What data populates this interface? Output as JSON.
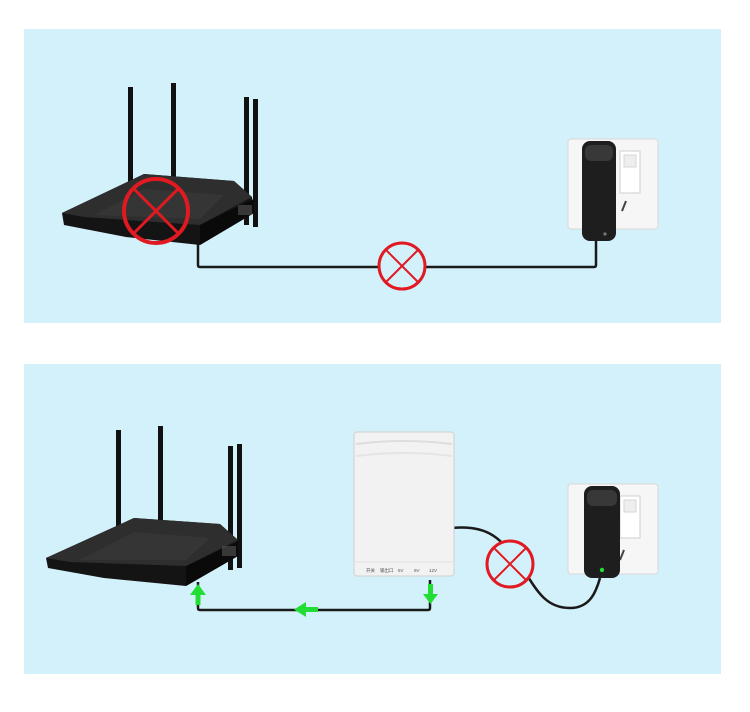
{
  "colors": {
    "panel_background": "#d3f1fb",
    "cable": "#1a1a1a",
    "blocked_symbol": "#e11a22",
    "flow_arrow": "#22dd33",
    "router_body": "#141414",
    "ups_body": "#f2f2f2",
    "wall_plate": "#f6f6f6",
    "adapter": "#1e1e1e"
  },
  "panels": [
    {
      "name": "direct-connection",
      "elements": [
        "router-icon",
        "power-adapter-icon",
        "wall-socket-icon",
        "cable"
      ],
      "blocked_symbols": [
        "blocked-on-router-icon",
        "blocked-on-cable-icon"
      ]
    },
    {
      "name": "ups-connection",
      "elements": [
        "router-icon",
        "mini-ups-icon",
        "power-adapter-icon",
        "wall-socket-icon",
        "cable"
      ],
      "blocked_symbols": [
        "blocked-on-mains-cable-icon"
      ],
      "flow_arrows": [
        "arrow-down-icon",
        "arrow-left-icon",
        "arrow-up-icon"
      ],
      "ups_ports": [
        "开关",
        "输出口",
        "5V",
        "9V",
        "12V"
      ]
    }
  ]
}
